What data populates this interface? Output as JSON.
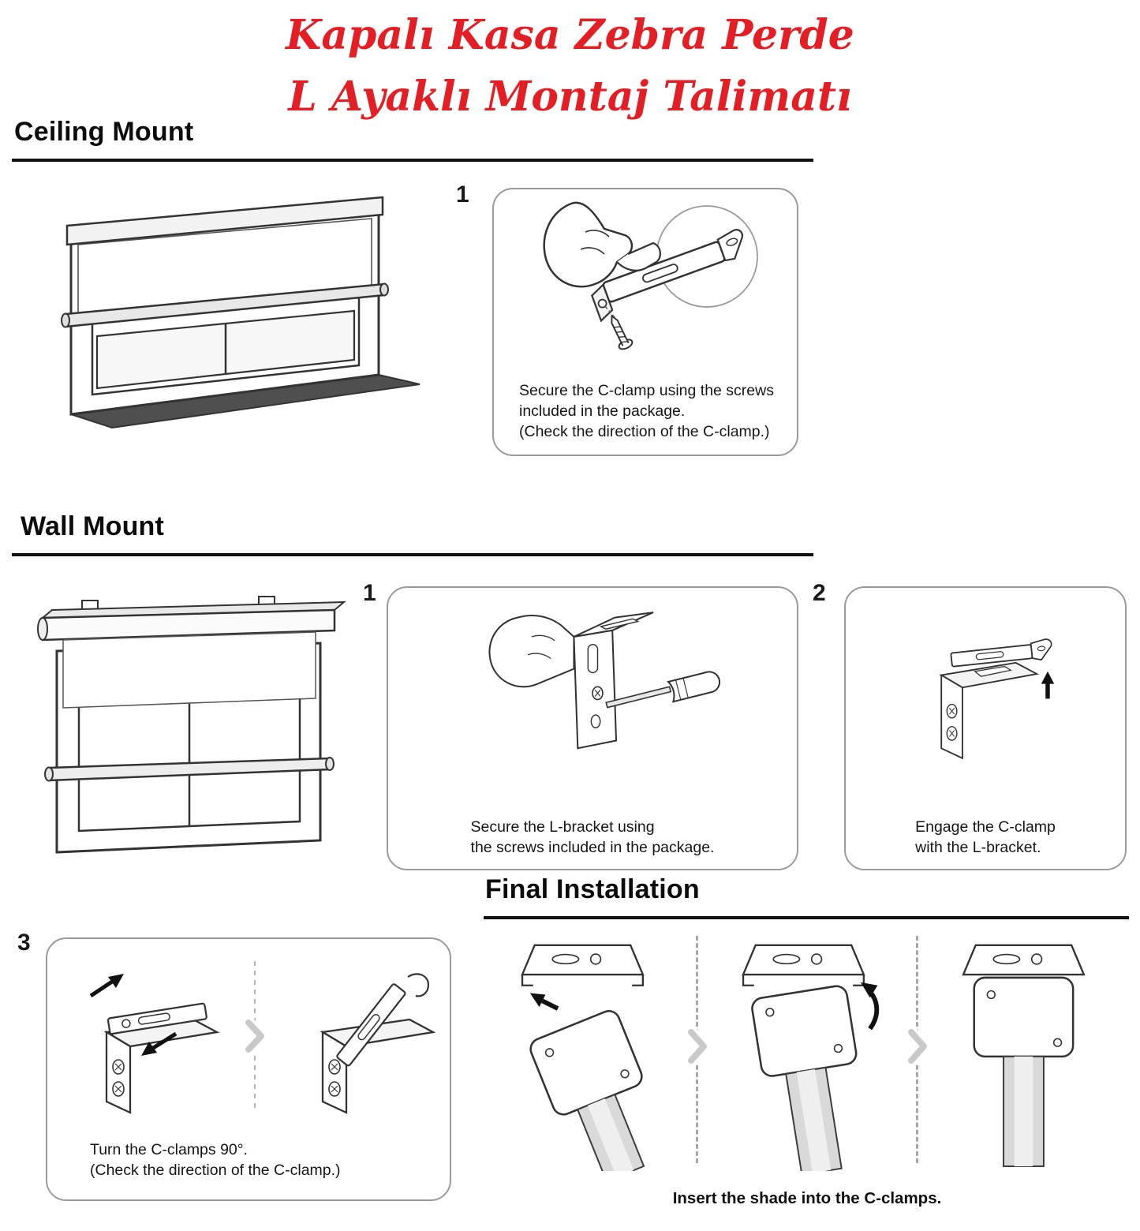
{
  "page": {
    "title_line1": "Kapalı Kasa Zebra Perde",
    "title_line2": "L Ayaklı Montaj Talimatı",
    "title_color": "#e31e24",
    "line_art_color": "#333333",
    "fabric_gray": "#d9d9d9",
    "divider_gray": "#a8a8a8"
  },
  "ceiling_mount": {
    "heading": "Ceiling Mount",
    "step1": {
      "number": "1",
      "caption": "Secure the C-clamp using the screws\nincluded in the package.\n(Check the direction of the C-clamp.)"
    }
  },
  "wall_mount": {
    "heading": "Wall Mount",
    "step1": {
      "number": "1",
      "caption": "Secure the L-bracket using\nthe screws included in the package."
    },
    "step2": {
      "number": "2",
      "caption": "Engage the C-clamp\nwith the L-bracket."
    },
    "step3": {
      "number": "3",
      "caption": "Turn the C-clamps 90°.\n(Check the direction of the C-clamp.)"
    }
  },
  "final_installation": {
    "heading": "Final Installation",
    "caption": "Insert the shade into the C-clamps."
  }
}
